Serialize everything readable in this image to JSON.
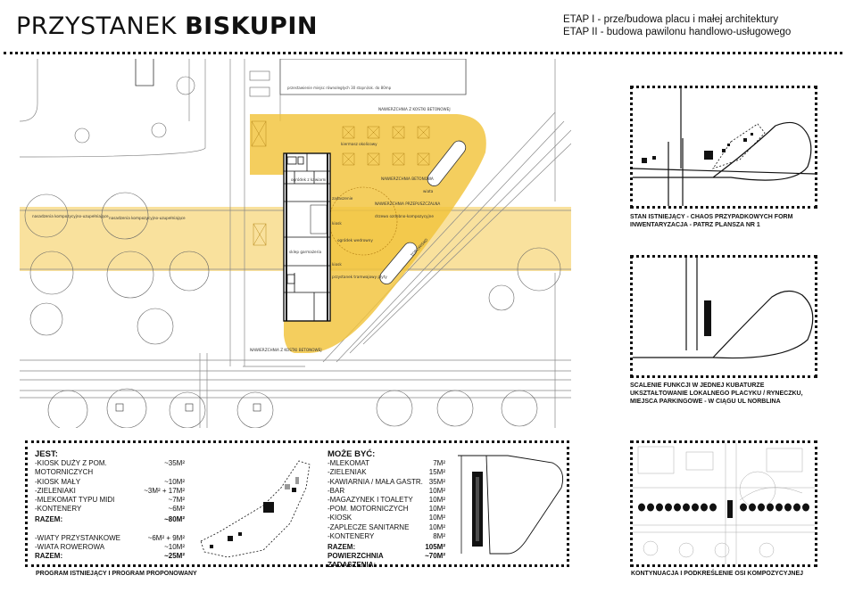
{
  "header": {
    "title_light": "PRZYSTANEK ",
    "title_bold": "BISKUPIN",
    "etap1": "ETAP I  -    prze/budowa placu i małej architektury",
    "etap2": "ETAP II - budowa pawilonu handlowo-usługowego"
  },
  "plan_labels": {
    "top_parking": "przestawienie miejsc równoległych 30 stopni/ok. do 80mp",
    "paving_top": "NAWIERZCHNIA Z KOSTKI BETONOWEJ",
    "paving_bottom": "NAWIERZCHNIA Z KOSTKI BETONOWEJ",
    "kiermasz": "kiermasz okolicowy",
    "ogrodek": "ogródek z kawiarni",
    "zadaszenie": "zadaszenie",
    "nawierzchnia_betonowa": "NAWIERZCHNIA BETONOWA",
    "nawierzchnia_przepuszczalna": "NAWIERZCHNIA PRZEPUSZCZALNA",
    "drzewo": "drzewo ozdobno-kompozycyjne",
    "ogrodek_wedrowny": "ogródek wedrowny",
    "przystanek": "przystanek tramwajowy płyty",
    "tram_label": "TOROWISKO",
    "kiosk": "kiosk",
    "kiosk2": "kiosk",
    "trawnik1": "nasadzenia kompozycyjno-uzupełniające",
    "trawnik2": "nasadzenia kompozycyjno-uzupełniające",
    "wiata": "wiata",
    "sklep": "sklep garmażeria"
  },
  "panels": {
    "p1_caption": [
      "STAN ISTNIEJĄCY - CHAOS PRZYPADKOWYCH FORM",
      "INWENTARYZACJA - PATRZ PLANSZA NR 1"
    ],
    "p2_caption": [
      "SCALENIE FUNKCJI W JEDNEJ KUBATURZE",
      "UKSZTAŁTOWANIE LOKALNEGO PLACYKU / RYNECZKU,",
      "MIEJSCA PARKINGOWE - W CIĄGU UL NORBLINA"
    ],
    "p3_caption": "KONTYNUACJA I PODKREŚLENIE OSI KOMPOZYCYJNEJ"
  },
  "program": {
    "caption": "PROGRAM ISTNIEJĄCY I PROGRAM PROPONOWANY",
    "jest_title": "JEST:",
    "jest_items": [
      {
        "name": "-KIOSK DUŻY Z POM. MOTORNICZYCH",
        "value": "~35M²"
      },
      {
        "name": "-KIOSK MAŁY",
        "value": "~10M²"
      },
      {
        "name": "-ZIELENIAKI",
        "value": "~3M² + 17M²"
      },
      {
        "name": "-MLEKOMAT TYPU MIDI",
        "value": "~7M²"
      },
      {
        "name": "-KONTENERY",
        "value": "~6M²"
      }
    ],
    "jest_total_label": "RAZEM:",
    "jest_total_value": "~80M²",
    "wiaty_items": [
      {
        "name": "-WIATY PRZYSTANKOWE",
        "value": "~6M² + 9M²"
      },
      {
        "name": "-WIATA ROWEROWA",
        "value": "~10M²"
      }
    ],
    "wiaty_total_label": "RAZEM:",
    "wiaty_total_value": "~25M²",
    "moze_title": "MOŻE BYĆ:",
    "moze_items": [
      {
        "name": "-MLEKOMAT",
        "value": "7M²"
      },
      {
        "name": "-ZIELENIAK",
        "value": "15M²"
      },
      {
        "name": "-KAWIARNIA / MAŁA GASTR.",
        "value": "35M²"
      },
      {
        "name": "-BAR",
        "value": "10M²"
      },
      {
        "name": "-MAGAZYNEK I TOALETY",
        "value": "10M²"
      },
      {
        "name": "-POM. MOTORNICZYCH",
        "value": "10M²"
      },
      {
        "name": "-KIOSK",
        "value": "10M²"
      },
      {
        "name": "-ZAPLECZE SANITARNE",
        "value": "10M²"
      },
      {
        "name": "-KONTENERY",
        "value": "8M²"
      }
    ],
    "moze_total_label": "RAZEM:",
    "moze_total_value": "105M²",
    "roof_label": "POWIERZCHNIA ZADASZENIA:",
    "roof_value": "~70M²"
  },
  "colors": {
    "accent_yellow": "#f2c33a",
    "band_yellow": "#f7d77c",
    "ink": "#111111"
  }
}
